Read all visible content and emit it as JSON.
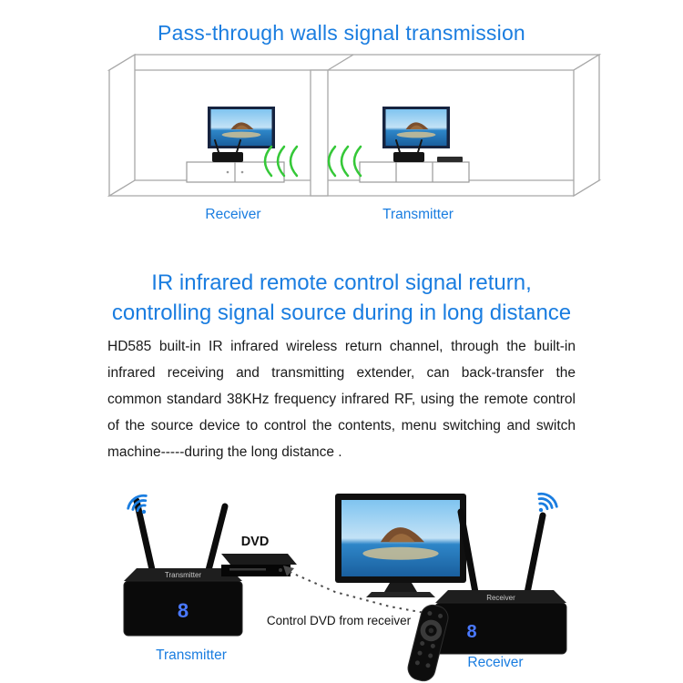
{
  "colors": {
    "accent_blue": "#1a7de0",
    "signal_green": "#35c838",
    "led_blue": "#4a79ff",
    "body_text": "#1a1a1a"
  },
  "header": {
    "title": "Pass-through walls signal transmission"
  },
  "wall_diagram": {
    "receiver_label": "Receiver",
    "transmitter_label": "Transmitter"
  },
  "ir_section": {
    "title_line1": "IR infrared remote control signal return,",
    "title_line2": "controlling signal source during in long distance",
    "paragraph": "HD585 built-in IR infrared wireless return channel, through the built-in infrared receiving and transmitting extender, can back-transfer the common standard 38KHz frequency infrared RF, using the remote control of the source device to control the contents, menu switching and switch machine-----during the long distance ."
  },
  "products": {
    "transmitter_label": "Transmitter",
    "receiver_label": "Receiver",
    "transmitter_device_text": "Transmitter",
    "receiver_device_text": "Receiver",
    "dvd_label": "DVD",
    "control_text": "Control DVD from receiver",
    "led_digit": "8"
  }
}
